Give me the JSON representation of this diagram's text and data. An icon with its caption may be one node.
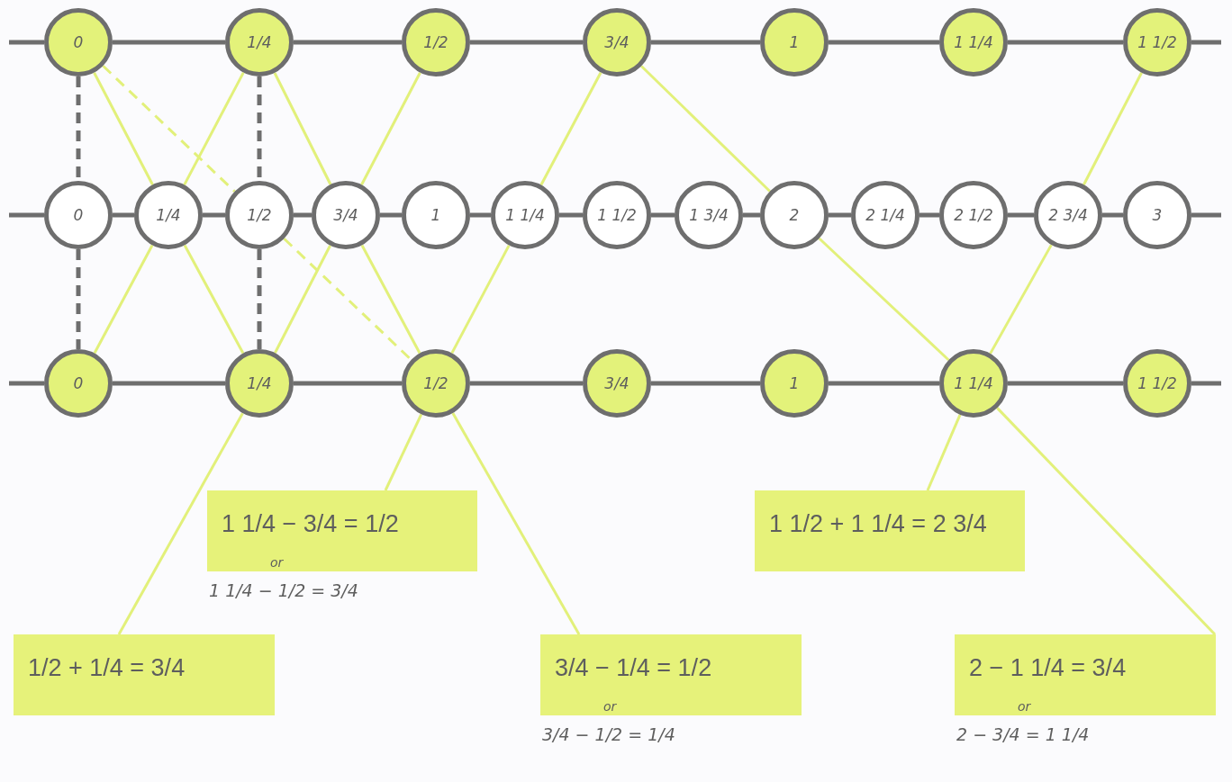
{
  "diagram": {
    "nodes": [
      {
        "text": [
          "0"
        ]
      },
      {
        "text": [
          "1/4"
        ]
      },
      {
        "text": [
          "1/2"
        ]
      },
      {
        "text": [
          "3/4"
        ]
      },
      {
        "text": [
          "1"
        ]
      },
      {
        "text": [
          "1 1/4"
        ]
      },
      {
        "text": [
          "1 1/2"
        ]
      },
      {
        "text": [
          "0"
        ]
      },
      {
        "text": [
          "1/4"
        ]
      },
      {
        "text": [
          "1/2"
        ]
      },
      {
        "text": [
          "3/4"
        ]
      },
      {
        "text": [
          "1"
        ]
      },
      {
        "text": [
          "1 1/4"
        ]
      },
      {
        "text": [
          "1 1/2"
        ]
      },
      {
        "text": [
          "1 3/4"
        ]
      },
      {
        "text": [
          "2"
        ]
      },
      {
        "text": [
          "2 1/4"
        ]
      },
      {
        "text": [
          "2 1/2"
        ]
      },
      {
        "text": [
          "2 3/4"
        ]
      },
      {
        "text": [
          "3"
        ]
      },
      {
        "text": [
          "0"
        ]
      },
      {
        "text": [
          "1/4"
        ]
      },
      {
        "text": [
          "1/2"
        ]
      },
      {
        "text": [
          "3/4"
        ]
      },
      {
        "text": [
          "1"
        ]
      },
      {
        "text": [
          "1 1/4"
        ]
      },
      {
        "text": [
          "1 1/2"
        ]
      },
      {
        "text": [
          "1 1/4 − 3/4 = 1/2",
          "or"
        ],
        "beside": [
          "1 1/4 − 1/2 = 3/4"
        ]
      },
      {
        "text": [
          "1 1/2 + 1 1/4 = 2 3/4"
        ]
      },
      {
        "text": [
          "1/2 + 1/4 = 3/4"
        ]
      },
      {
        "text": [
          "3/4 − 1/4 = 1/2",
          "or"
        ],
        "beside": [
          "3/4 − 1/2 = 1/4"
        ]
      },
      {
        "text": [
          "2 − 1 1/4 = 3/4",
          "or"
        ],
        "beside": [
          "2 − 3/4 = 1 1/4"
        ]
      }
    ],
    "edges": [
      {
        "from": null,
        "to": 0,
        "arrow": "none"
      },
      {
        "from": 0,
        "to": 1,
        "arrow": "none"
      },
      {
        "from": 1,
        "to": 2,
        "arrow": "none"
      },
      {
        "from": 2,
        "to": 3,
        "arrow": "none"
      },
      {
        "from": 3,
        "to": 4,
        "arrow": "none"
      },
      {
        "from": 4,
        "to": 5,
        "arrow": "none"
      },
      {
        "from": 5,
        "to": 6,
        "arrow": "none"
      },
      {
        "from": 6,
        "to": null,
        "arrow": "none"
      },
      {
        "from": null,
        "to": 7,
        "arrow": "none"
      },
      {
        "from": 7,
        "to": 8,
        "arrow": "none"
      },
      {
        "from": 8,
        "to": 9,
        "arrow": "none"
      },
      {
        "from": 9,
        "to": 10,
        "arrow": "none"
      },
      {
        "from": 10,
        "to": 11,
        "arrow": "none"
      },
      {
        "from": 11,
        "to": 12,
        "arrow": "none"
      },
      {
        "from": 12,
        "to": 13,
        "arrow": "none"
      },
      {
        "from": 13,
        "to": 14,
        "arrow": "none"
      },
      {
        "from": 14,
        "to": 15,
        "arrow": "none"
      },
      {
        "from": 15,
        "to": 16,
        "arrow": "none"
      },
      {
        "from": 16,
        "to": 17,
        "arrow": "none"
      },
      {
        "from": 17,
        "to": 18,
        "arrow": "none"
      },
      {
        "from": 18,
        "to": 19,
        "arrow": "none"
      },
      {
        "from": 19,
        "to": null,
        "arrow": "none"
      },
      {
        "from": null,
        "to": 20,
        "arrow": "none"
      },
      {
        "from": 20,
        "to": 21,
        "arrow": "none"
      },
      {
        "from": 21,
        "to": 22,
        "arrow": "none"
      },
      {
        "from": 22,
        "to": 23,
        "arrow": "none"
      },
      {
        "from": 23,
        "to": 24,
        "arrow": "none"
      },
      {
        "from": 24,
        "to": 25,
        "arrow": "none"
      },
      {
        "from": 25,
        "to": 26,
        "arrow": "none"
      },
      {
        "from": 26,
        "to": null,
        "arrow": "none"
      },
      {
        "from": 0,
        "to": 7,
        "arrow": "none",
        "style": "dashed"
      },
      {
        "from": 7,
        "to": 20,
        "arrow": "none",
        "style": "dashed"
      },
      {
        "from": 1,
        "to": 9,
        "arrow": "none",
        "style": "dashed"
      },
      {
        "from": 9,
        "to": 21,
        "arrow": "none",
        "style": "dashed"
      },
      {
        "from": 0,
        "to": 8,
        "arrow": "none",
        "color": "#e2f07a"
      },
      {
        "from": 8,
        "to": 21,
        "arrow": "none",
        "color": "#e2f07a"
      },
      {
        "from": 0,
        "to": 9,
        "arrow": "none",
        "style": "dashed",
        "color": "#e2f07a"
      },
      {
        "from": 9,
        "to": 22,
        "arrow": "none",
        "style": "dashed",
        "color": "#e2f07a"
      },
      {
        "from": 1,
        "to": 8,
        "arrow": "none",
        "color": "#e2f07a"
      },
      {
        "from": 8,
        "to": 20,
        "arrow": "none",
        "color": "#e2f07a"
      },
      {
        "from": 1,
        "to": 10,
        "arrow": "none",
        "color": "#e2f07a"
      },
      {
        "from": 10,
        "to": 22,
        "arrow": "none",
        "color": "#e2f07a"
      },
      {
        "from": 22,
        "to": 30,
        "arrow": "none",
        "color": "#e2f07a"
      },
      {
        "from": 2,
        "to": 10,
        "arrow": "none",
        "color": "#e2f07a"
      },
      {
        "from": 10,
        "to": 21,
        "arrow": "none",
        "color": "#e2f07a"
      },
      {
        "from": 21,
        "to": 29,
        "arrow": "none",
        "color": "#e2f07a"
      },
      {
        "from": 3,
        "to": 12,
        "arrow": "none",
        "color": "#e2f07a"
      },
      {
        "from": 12,
        "to": 22,
        "arrow": "none",
        "color": "#e2f07a"
      },
      {
        "from": 22,
        "to": 27,
        "arrow": "none",
        "color": "#e2f07a"
      },
      {
        "from": 3,
        "to": 15,
        "arrow": "none",
        "color": "#e2f07a"
      },
      {
        "from": 15,
        "to": 25,
        "arrow": "none",
        "color": "#e2f07a"
      },
      {
        "from": 25,
        "to": 31,
        "arrow": "none",
        "color": "#e2f07a"
      },
      {
        "from": 6,
        "to": 18,
        "arrow": "none",
        "color": "#e2f07a"
      },
      {
        "from": 18,
        "to": 25,
        "arrow": "none",
        "color": "#e2f07a"
      },
      {
        "from": 25,
        "to": 28,
        "arrow": "none",
        "color": "#e2f07a"
      }
    ]
  }
}
